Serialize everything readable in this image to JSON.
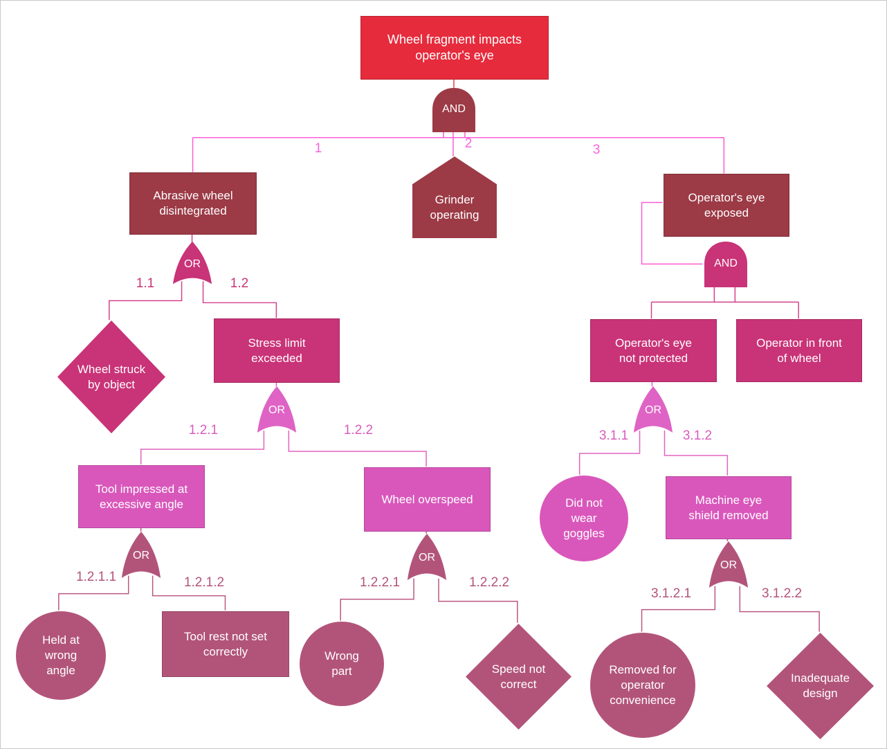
{
  "colors": {
    "background": "#FFFFFF",
    "border": "#C9C9C9",
    "event_red": "#E62B3C",
    "maroon": "#9C3A46",
    "magenta": "#C93377",
    "orchid": "#D957BB",
    "pink_gate": "#DF63C4",
    "rose": "#B2547A",
    "line_red": "#D6444F",
    "line_pink": "#FB5CD5",
    "line_magenta": "#D4418C",
    "line_orchid": "#E263C0",
    "line_rose": "#BA5781",
    "label_pink": "#F765DC",
    "label_magenta": "#C93377",
    "label_orchid": "#D95CBE",
    "label_rose": "#B2547A"
  },
  "diagram": {
    "type": "fault-tree",
    "top_event": {
      "label": "Wheel fragment impacts\noperator's eye",
      "shape": "rectangle"
    },
    "gates": {
      "and_top": {
        "label": "AND",
        "type": "and"
      },
      "or_abrasive": {
        "label": "OR",
        "type": "or"
      },
      "or_stress": {
        "label": "OR",
        "type": "or"
      },
      "or_tool": {
        "label": "OR",
        "type": "or"
      },
      "or_overspeed": {
        "label": "OR",
        "type": "or"
      },
      "and_exposed": {
        "label": "AND",
        "type": "and"
      },
      "or_not_protected": {
        "label": "OR",
        "type": "or"
      },
      "or_shield": {
        "label": "OR",
        "type": "or"
      }
    },
    "nodes": {
      "abrasive": {
        "label": "Abrasive wheel\ndisintegrated",
        "shape": "rectangle"
      },
      "grinder": {
        "label": "Grinder\noperating",
        "shape": "house"
      },
      "eye_exposed": {
        "label": "Operator's eye\nexposed",
        "shape": "rectangle"
      },
      "wheel_struck": {
        "label": "Wheel struck\nby object",
        "shape": "diamond"
      },
      "stress_limit": {
        "label": "Stress limit\nexceeded",
        "shape": "rectangle"
      },
      "tool_impressed": {
        "label": "Tool impressed at\nexcessive angle",
        "shape": "rectangle"
      },
      "wheel_overspeed": {
        "label": "Wheel overspeed",
        "shape": "rectangle"
      },
      "held_wrong_angle": {
        "label": "Held at\nwrong\nangle",
        "shape": "circle"
      },
      "tool_rest": {
        "label": "Tool rest not set\ncorrectly",
        "shape": "rectangle"
      },
      "wrong_part": {
        "label": "Wrong\npart",
        "shape": "circle"
      },
      "speed_not_correct": {
        "label": "Speed not\ncorrect",
        "shape": "diamond"
      },
      "eye_not_protected": {
        "label": "Operator's eye\nnot protected",
        "shape": "rectangle"
      },
      "operator_in_front": {
        "label": "Operator in front\nof wheel",
        "shape": "rectangle"
      },
      "did_not_wear_goggles": {
        "label": "Did not\nwear\ngoggles",
        "shape": "circle"
      },
      "shield_removed": {
        "label": "Machine eye\nshield removed",
        "shape": "rectangle"
      },
      "removed_convenience": {
        "label": "Removed for\noperator\nconvenience",
        "shape": "circle"
      },
      "inadequate_design": {
        "label": "Inadequate\ndesign",
        "shape": "diamond"
      }
    },
    "edge_labels": {
      "b1": "1",
      "b2": "2",
      "b3": "3",
      "b1_1": "1.1",
      "b1_2": "1.2",
      "b1_2_1": "1.2.1",
      "b1_2_2": "1.2.2",
      "b1_2_1_1": "1.2.1.1",
      "b1_2_1_2": "1.2.1.2",
      "b1_2_2_1": "1.2.2.1",
      "b1_2_2_2": "1.2.2.2",
      "b3_1_1": "3.1.1",
      "b3_1_2": "3.1.2",
      "b3_1_2_1": "3.1.2.1",
      "b3_1_2_2": "3.1.2.2"
    }
  }
}
